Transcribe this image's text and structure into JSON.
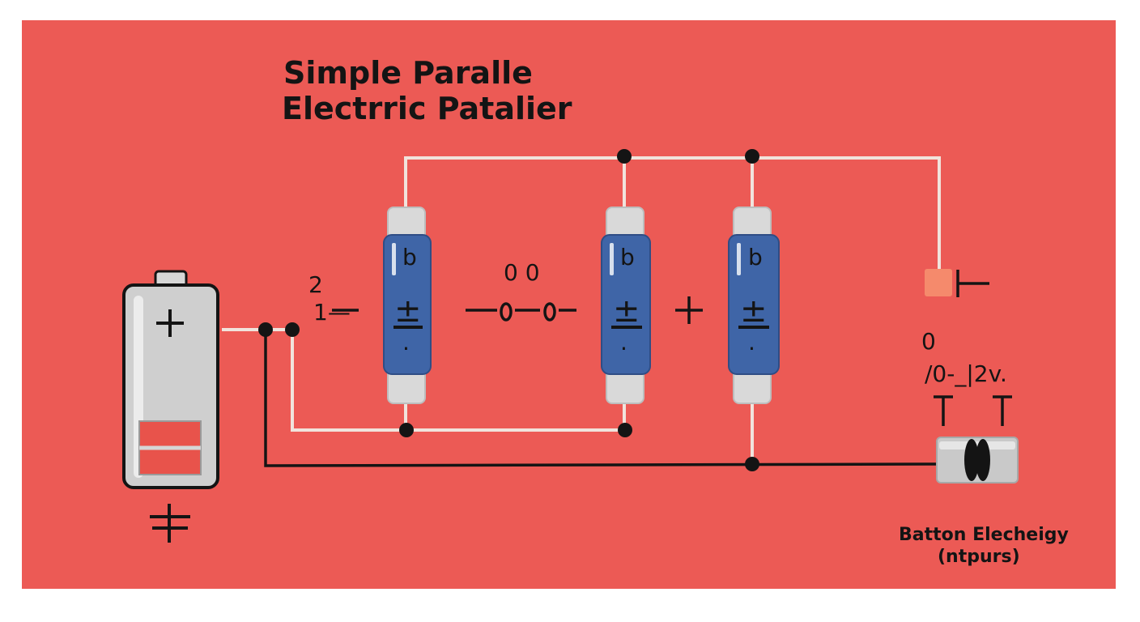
{
  "title": {
    "line1": "Simple Paralle",
    "line2": "Electrric Patalier"
  },
  "colors": {
    "background": "#ec5a55",
    "wire_light": "#f1e3dc",
    "wire_dark": "#141414",
    "component_blue": "#3f65a7",
    "component_cap": "#d9d9d9",
    "battery_body": "#cfcfcf",
    "battery_indicator": "#e8534b",
    "switch_pad": "#f58a6c"
  },
  "battery": {
    "plus_symbol": "+",
    "ground_symbol": "+"
  },
  "resistors": [
    {
      "top_mark": "b",
      "mid_mark": "±",
      "bottom_mark": "."
    },
    {
      "top_mark": "b",
      "mid_mark": "±",
      "bottom_mark": "."
    },
    {
      "top_mark": "b",
      "mid_mark": "±",
      "bottom_mark": "."
    }
  ],
  "annotations": {
    "left_num_top": "2",
    "left_num": "1—",
    "mid_circles": "0  0",
    "mid_chain": "—o—o—",
    "plus_between": "+",
    "right_circle": "0",
    "voltage_label": "/0-_|2v.",
    "caption_line1": "Batton Elecheigy",
    "caption_line2": "(ntpurs)"
  }
}
